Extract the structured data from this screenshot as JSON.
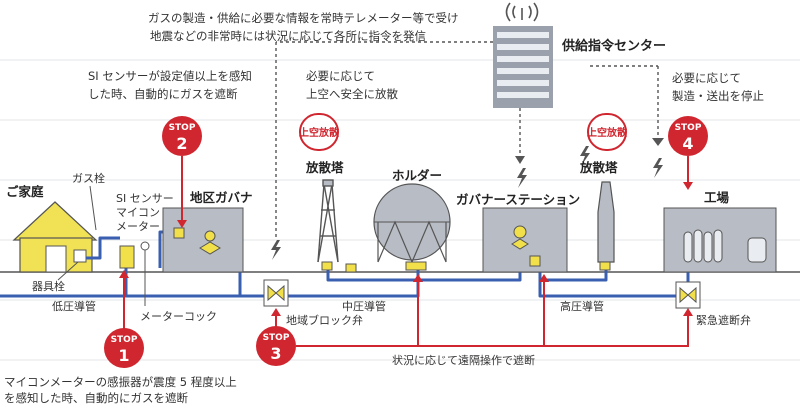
{
  "top_note": {
    "line1": "ガスの製造・供給に必要な情報を常時テレメーター等で受け",
    "line2": "地震などの非常時には状況に応じて各所に指令を発信"
  },
  "control_center": {
    "label": "供給指令センター"
  },
  "labels": {
    "si_note_1": "SI センサーが設定値以上を感知",
    "si_note_2": "した時、自動的にガスを遮断",
    "release_note_1": "必要に応じて",
    "release_note_2": "上空へ安全に放散",
    "stop_prod_1": "必要に応じて",
    "stop_prod_2": "製造・送出を停止",
    "home": "ご家庭",
    "gas_tap": "ガス栓",
    "si_sensor": "SI センサー",
    "micom": "マイコン",
    "meter": "メーター",
    "district_governor": "地区ガバナ",
    "vent_tower_1": "放散塔",
    "holder": "ホルダー",
    "governor_station": "ガバナーステーション",
    "vent_tower_2": "放散塔",
    "factory": "工場",
    "appliance_tap": "器具栓",
    "low_pressure_pipe": "低圧導管",
    "meter_cock": "メーターコック",
    "mid_pressure_pipe": "中圧導管",
    "high_pressure_pipe": "高圧導管",
    "area_block_valve": "地域ブロック弁",
    "emergency_valve": "緊急遮断弁",
    "remote_op": "状況に応じて遠隔操作で遮断",
    "bottom_note_1": "マイコンメーターの感振器が震度 5 程度以上",
    "bottom_note_2": "を感知した時、自動的にガスを遮断"
  },
  "badges": {
    "release_1": "上空放散",
    "release_2": "上空放散"
  },
  "stops": [
    {
      "word": "STOP",
      "number": "1"
    },
    {
      "word": "STOP",
      "number": "2"
    },
    {
      "word": "STOP",
      "number": "3"
    },
    {
      "word": "STOP",
      "number": "4"
    }
  ],
  "colors": {
    "pipe_blue": "#3a5fb0",
    "signal_red": "#d0262f",
    "building_gray": "#b8bcc4",
    "house_yellow": "#f1e255",
    "valve_yellow": "#f2e04a"
  }
}
